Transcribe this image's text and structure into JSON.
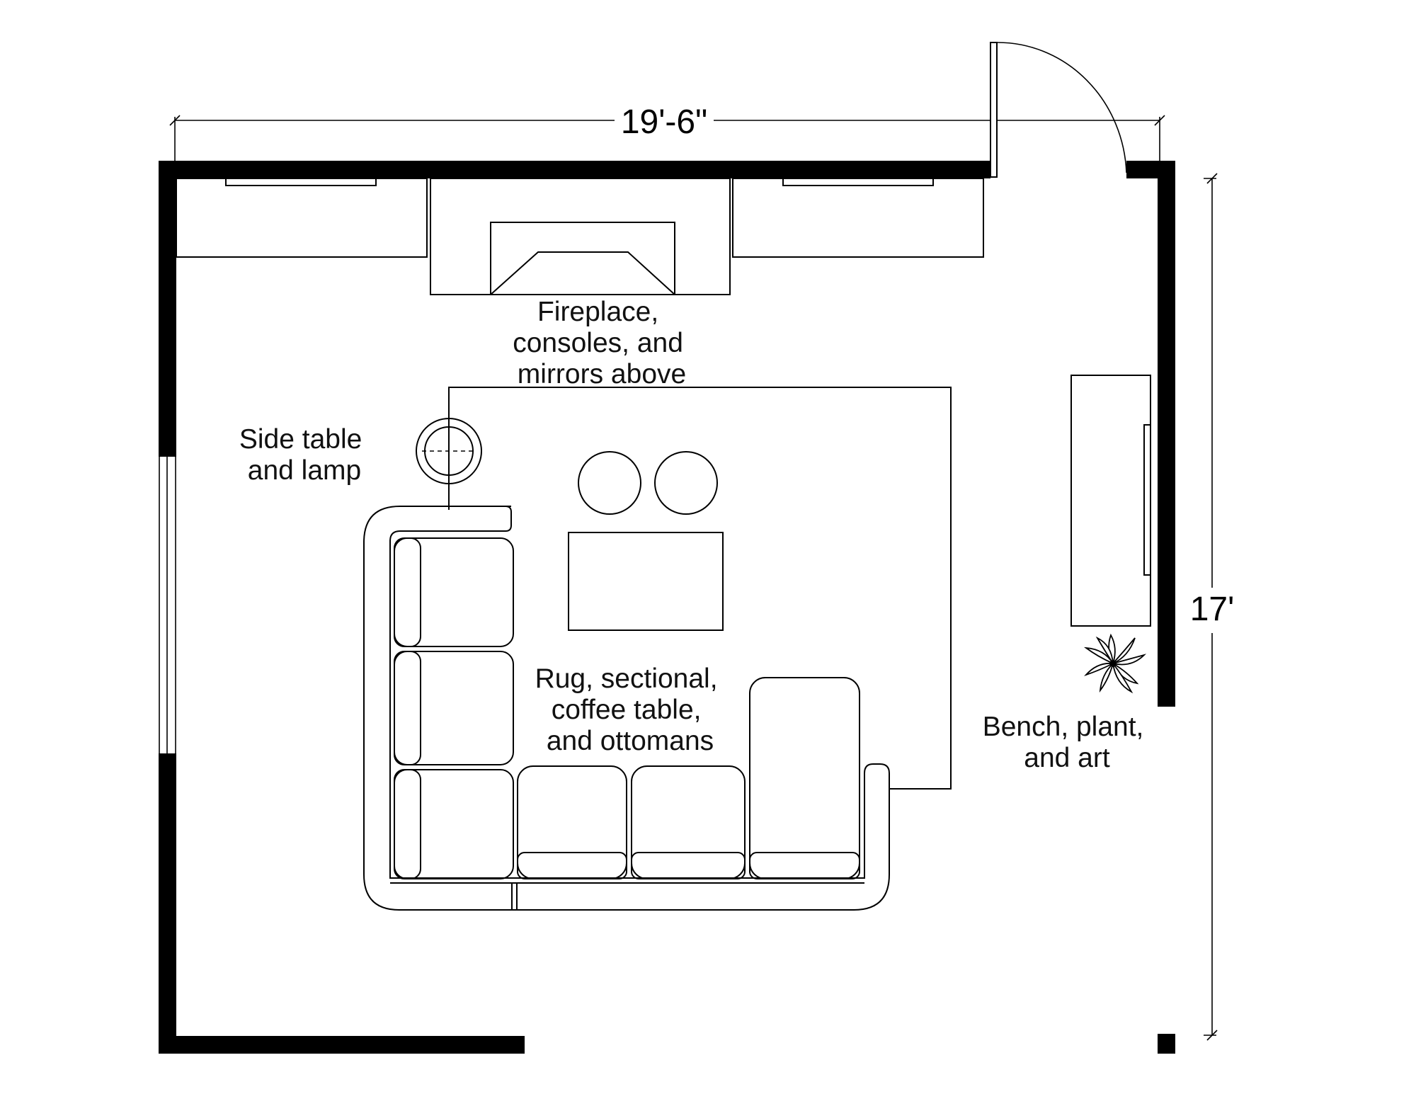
{
  "dimensions": {
    "width_label": "19'-6\"",
    "height_label": "17'"
  },
  "labels": {
    "fireplace": [
      "Fireplace,",
      "consoles, and",
      "mirrors above"
    ],
    "side_table": [
      "Side table",
      "and lamp"
    ],
    "rug": [
      "Rug, sectional,",
      "coffee table,",
      "and ottomans"
    ],
    "bench": [
      "Bench, plant,",
      "and art"
    ]
  },
  "icons": {
    "plant": "plant-icon",
    "door": "door-swing-icon"
  }
}
